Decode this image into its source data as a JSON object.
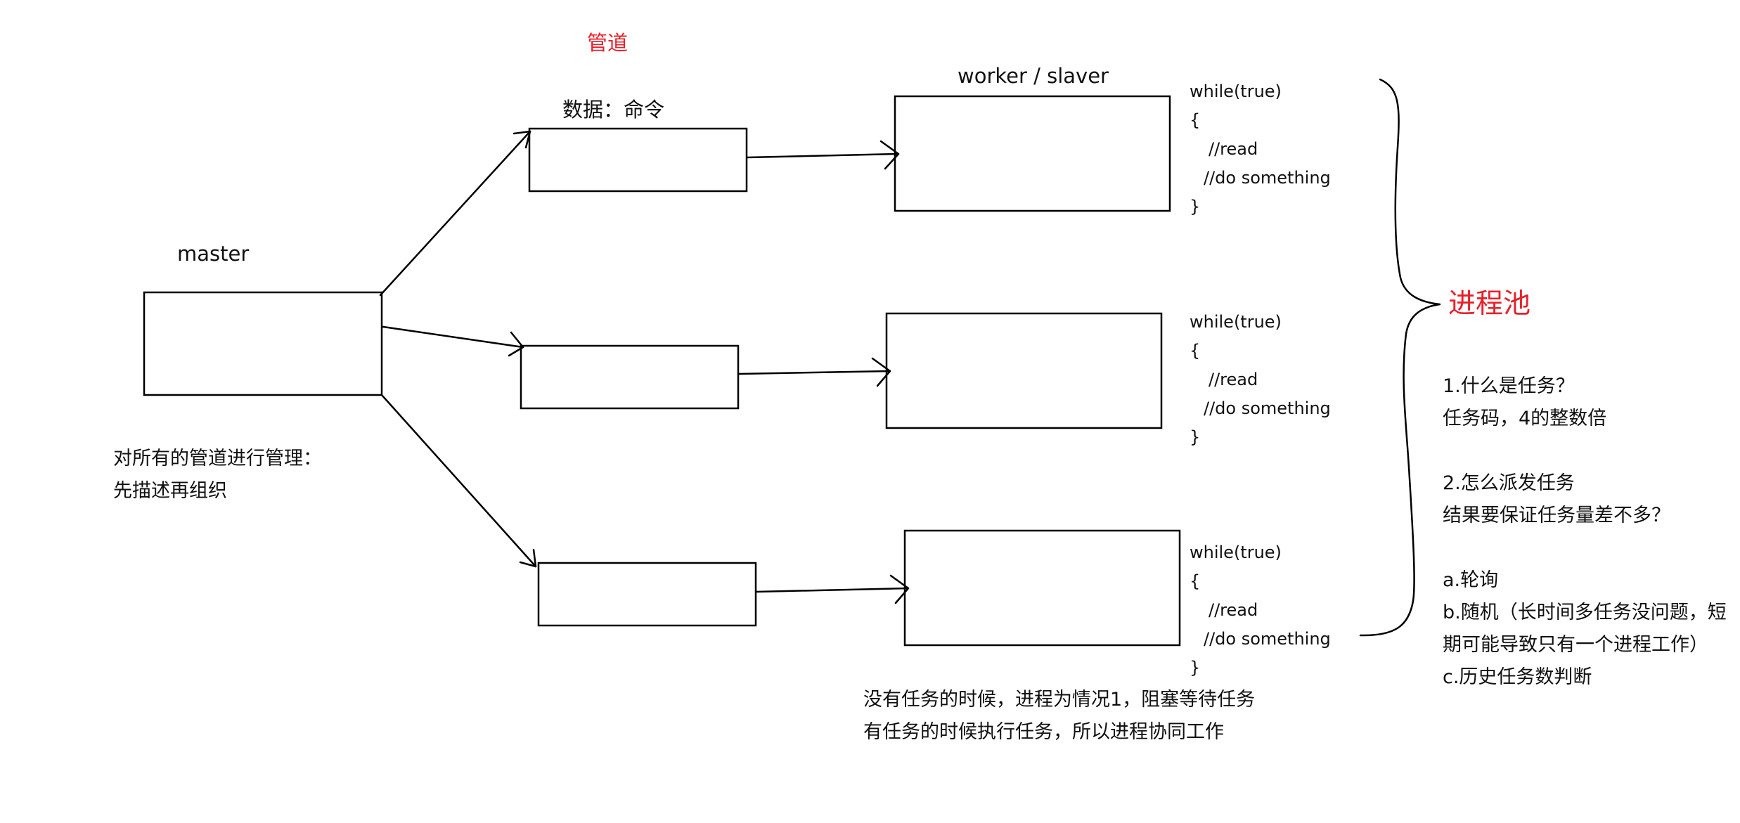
{
  "pipe_title": "管道",
  "pipe_data_label": "数据：命令",
  "worker_title": "worker / slaver",
  "master_label": "master",
  "master_note": [
    "对所有的管道进行管理：",
    "先描述再组织"
  ],
  "worker_code": [
    "while(true)",
    "{",
    "//read",
    "//do something",
    "}"
  ],
  "idle_note": [
    "没有任务的时候，进程为情况1，阻塞等待任务",
    "有任务的时候执行任务，所以进程协同工作"
  ],
  "pool_title": "进程池",
  "pool_notes": [
    "1.什么是任务？",
    "任务码，4的整数倍",
    "",
    "2.怎么派发任务",
    "结果要保证任务量差不多？",
    "",
    "a.轮询",
    "b.随机（长时间多任务没问题，短",
    "期可能导致只有一个进程工作）",
    "c.历史任务数判断"
  ],
  "colors": {
    "highlight": "#e8202a",
    "ink": "#000000"
  }
}
